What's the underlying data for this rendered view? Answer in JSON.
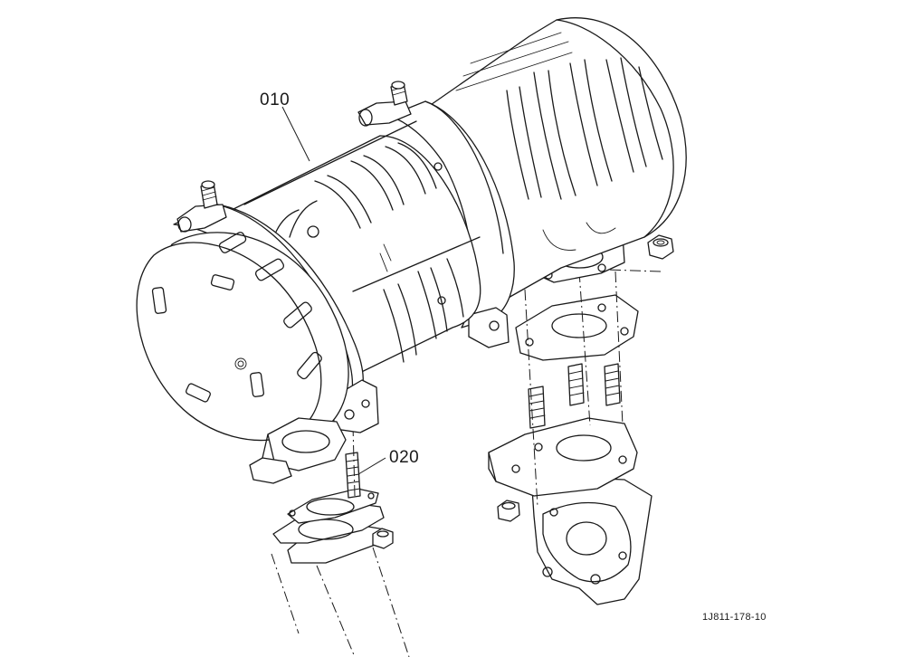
{
  "diagram": {
    "callouts": [
      {
        "id": "callout-010",
        "text": "010"
      },
      {
        "id": "callout-020",
        "text": "020"
      }
    ],
    "reference_code": "1J811-178-10"
  }
}
